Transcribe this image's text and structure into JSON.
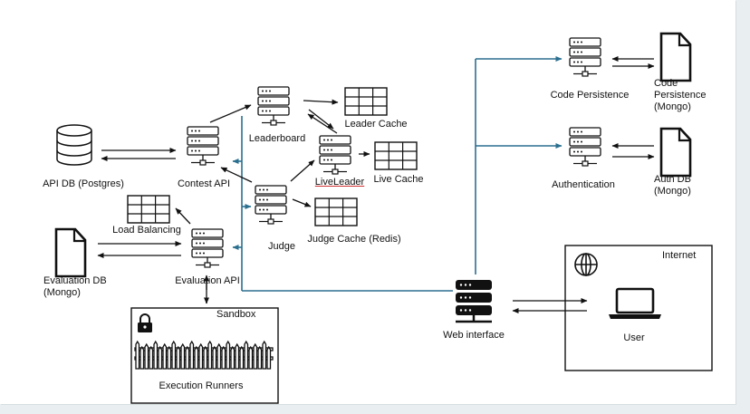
{
  "labels": {
    "api_db": "API DB (Postgres)",
    "contest_api": "Contest API",
    "leaderboard": "Leaderboard",
    "leader_cache": "Leader Cache",
    "live_leader": "LiveLeader",
    "live_cache": "Live Cache",
    "judge": "Judge",
    "judge_cache": "Judge Cache (Redis)",
    "load_balancing": "Load Balancing",
    "evaluation_db": [
      "Evaluation DB",
      "(Mongo)"
    ],
    "evaluation_api": "Evaluation API",
    "sandbox": "Sandbox",
    "execution_runners": "Execution Runners",
    "code_persistence": "Code Persistence",
    "code_persistence_db": [
      "Code",
      "Persistence",
      "(Mongo)"
    ],
    "authentication": "Authentication",
    "auth_db": [
      "Auth DB",
      "(Mongo)"
    ],
    "web_interface": "Web interface",
    "internet": "Internet",
    "user": "User"
  },
  "colors": {
    "line": "#111111",
    "bus": "#2b6f8f",
    "background": "#e9eef0",
    "panel": "#ffffff"
  },
  "icons": {
    "server": "server-icon",
    "database": "database-cylinder-icon",
    "document": "document-icon",
    "table": "cache-table-icon",
    "globe": "globe-icon",
    "lock": "lock-icon",
    "laptop": "laptop-icon",
    "fence": "fence-icon"
  }
}
